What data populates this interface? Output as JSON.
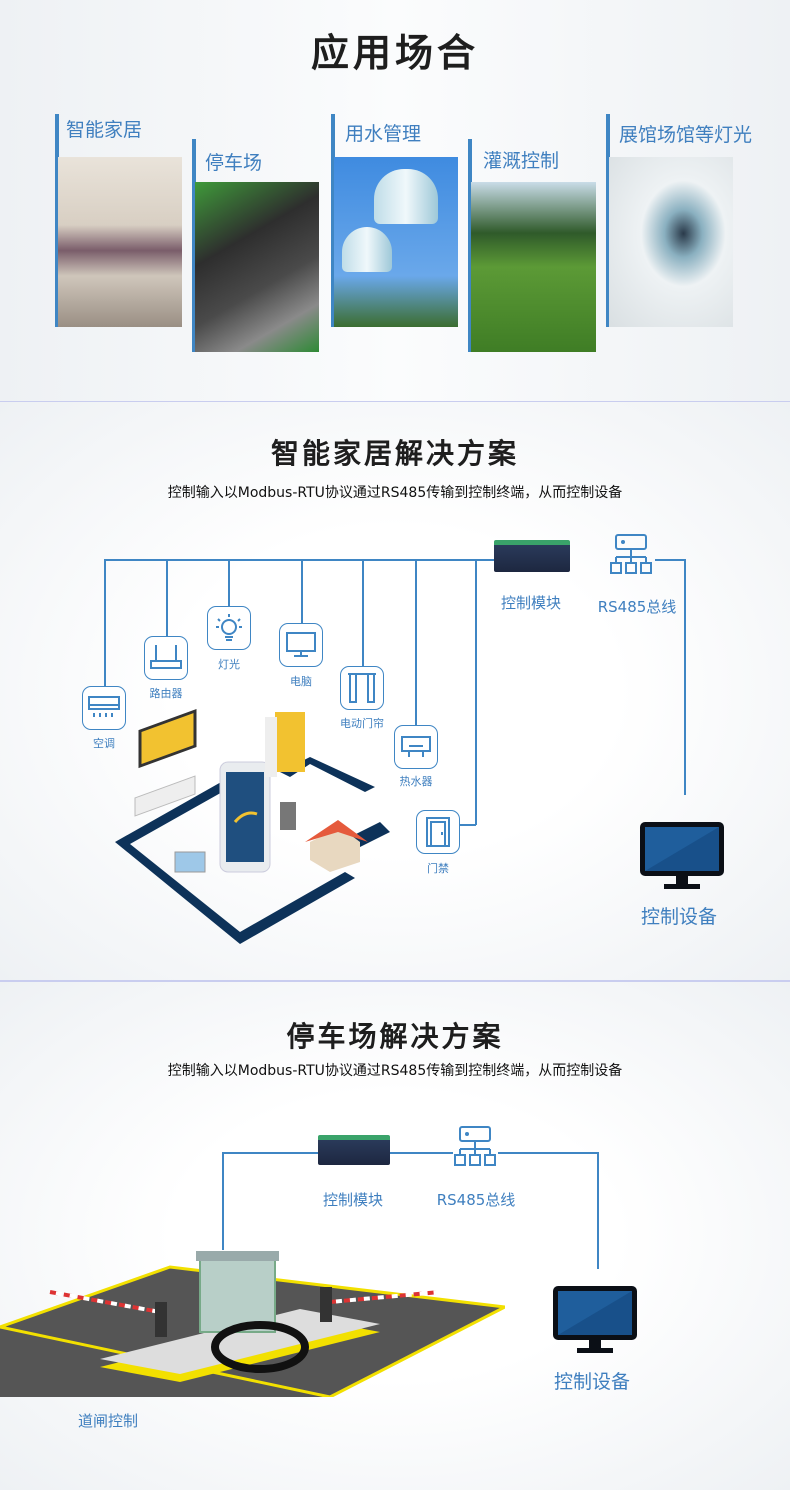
{
  "applications": {
    "title": "应用场合",
    "cards": [
      {
        "label": "智能家居",
        "image": "bedroom-photo"
      },
      {
        "label": "停车场",
        "image": "parking-lot-photo"
      },
      {
        "label": "用水管理",
        "image": "water-tower-photo"
      },
      {
        "label": "灌溉控制",
        "image": "sprinkler-photo"
      },
      {
        "label": "展馆场馆等灯光",
        "image": "exhibition-hall-photo"
      }
    ]
  },
  "smart_home": {
    "title": "智能家居解决方案",
    "subtitle": "控制输入以Modbus-RTU协议通过RS485传输到控制终端，从而控制设备",
    "devices": [
      {
        "label": "空调",
        "icon": "air-conditioner-icon"
      },
      {
        "label": "路由器",
        "icon": "router-icon"
      },
      {
        "label": "灯光",
        "icon": "light-bulb-icon"
      },
      {
        "label": "电脑",
        "icon": "monitor-icon"
      },
      {
        "label": "电动门帘",
        "icon": "curtain-icon"
      },
      {
        "label": "热水器",
        "icon": "water-heater-icon"
      },
      {
        "label": "门禁",
        "icon": "door-icon"
      }
    ],
    "module_label": "控制模块",
    "bus_label": "RS485总线",
    "device_label": "控制设备"
  },
  "parking": {
    "title": "停车场解决方案",
    "subtitle": "控制输入以Modbus-RTU协议通过RS485传输到控制终端，从而控制设备",
    "module_label": "控制模块",
    "bus_label": "RS485总线",
    "device_label": "控制设备",
    "gate_label": "道闸控制"
  },
  "colors": {
    "accent": "#3f86c4",
    "navy": "#0d3259",
    "divider": "#c9cdef"
  }
}
